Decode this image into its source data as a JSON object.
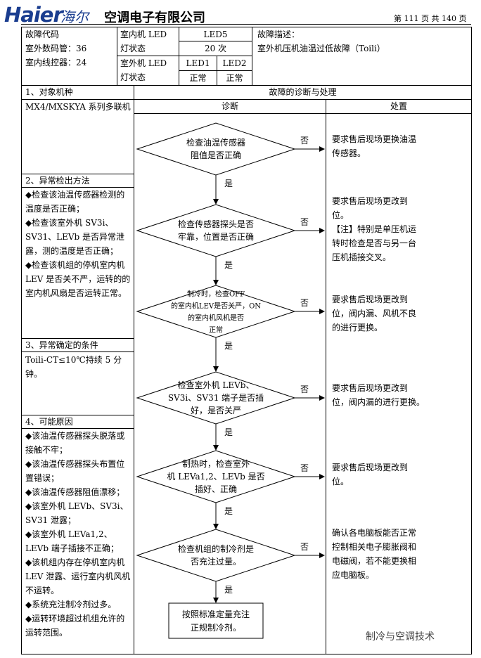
{
  "header": {
    "logo": "Haier",
    "logo_script": "海尔",
    "company": "空调电子有限公司",
    "page_info": "第 111 页 共 140 页"
  },
  "top": {
    "code_label": "故障代码",
    "outdoor_tube": "室外数码管：36",
    "indoor_ctrl": "室内线控器：24",
    "indoor_led_label": "室内机 LED 灯状态",
    "led5": "LED5",
    "led5_value": "20 次",
    "outdoor_led_label": "室外机 LED 灯状态",
    "led1": "LED1",
    "led2": "LED2",
    "led1_value": "正常",
    "led2_value": "正常",
    "desc_label": "故障描述：",
    "desc_text": "室外机压机油温过低故障（Toili）"
  },
  "left": {
    "s1_title": "1、对象机种",
    "s1_text": "MX4/MXSKYA 系列多联机",
    "s2_title": "2、异常检出方法",
    "s2_items": [
      "◆检查该油温传感器检测的温度是否正确；",
      "◆检查该室外机 SV3i、SV31、LEVb 是否异常泄露，测的温度是否正确；",
      "◆检查该机组的停机室内机 LEV 是否关不严，运转的的室内机风扇是否运转正常。"
    ],
    "s3_title": "3、异常确定的条件",
    "s3_text": "Toili-CT≤10℃持续 5 分钟。",
    "s4_title": "4、可能原因",
    "s4_items": [
      "◆该油温传感器探头脱落或接触不牢；",
      "◆该油温传感器探头布置位置错误；",
      "◆该油温传感器阻值漂移；",
      "◆该室外机 LEVb、SV3i、SV31 泄露；",
      "◆该室外机 LEVa1,2、LEVb 端子插接不正确；",
      "◆该机组内存在停机室内机 LEV 泄露、运行室内机风机不运转。",
      "◆系统充注制冷剂过多。",
      "◆运转环境超过机组允许的运转范围。"
    ]
  },
  "right": {
    "title": "故障的诊断与处理",
    "col_diag": "诊断",
    "col_handle": "处置",
    "steps": [
      {
        "q": [
          "检查油温传感器",
          "阻值是否正确"
        ],
        "no": "否",
        "yes": "是",
        "action": [
          "要求售后现场更换油温",
          "传感器。"
        ]
      },
      {
        "q": [
          "检查传感器探头是否",
          "牢靠，位置是否正确"
        ],
        "no": "否",
        "yes": "是",
        "action": [
          "要求售后现场更改到",
          "位。",
          "【注】特别是单压机运",
          "转时检查是否与另一台",
          "压机插接交叉。"
        ]
      },
      {
        "q": [
          "制冷时，检查OFF",
          "的室内机LEV是否关严，ON",
          "的室内机风机是否",
          "正常"
        ],
        "no": "否",
        "yes": "是",
        "action": [
          "要求售后现场更改到",
          "位，阀内漏、风机不良",
          "的进行更换。"
        ]
      },
      {
        "q": [
          "检查室外机 LEVb、",
          "SV3i、SV31 端子是否插",
          "好，是否关严"
        ],
        "no": "否",
        "yes": "是",
        "action": [
          "要求售后现场更改到",
          "位，阀内漏的进行更换。"
        ]
      },
      {
        "q": [
          "制热时，检查室外",
          "机 LEVa1,2、LEVb 是否",
          "插好、正确"
        ],
        "no": "否",
        "yes": "是",
        "action": [
          "要求售后现场更改到",
          "位。"
        ]
      },
      {
        "q": [
          "检查机组的制冷剂是",
          "否充注过量。"
        ],
        "no": "否",
        "yes": "是",
        "action": [
          "确认各电脑板能否正常",
          "控制相关电子膨胀阀和",
          "电磁阀，若不能更换相",
          "应电脑板。"
        ]
      }
    ],
    "final_box": [
      "按照标准定量充注",
      "正规制冷剂。"
    ]
  },
  "watermark": "制冷与空调技术"
}
